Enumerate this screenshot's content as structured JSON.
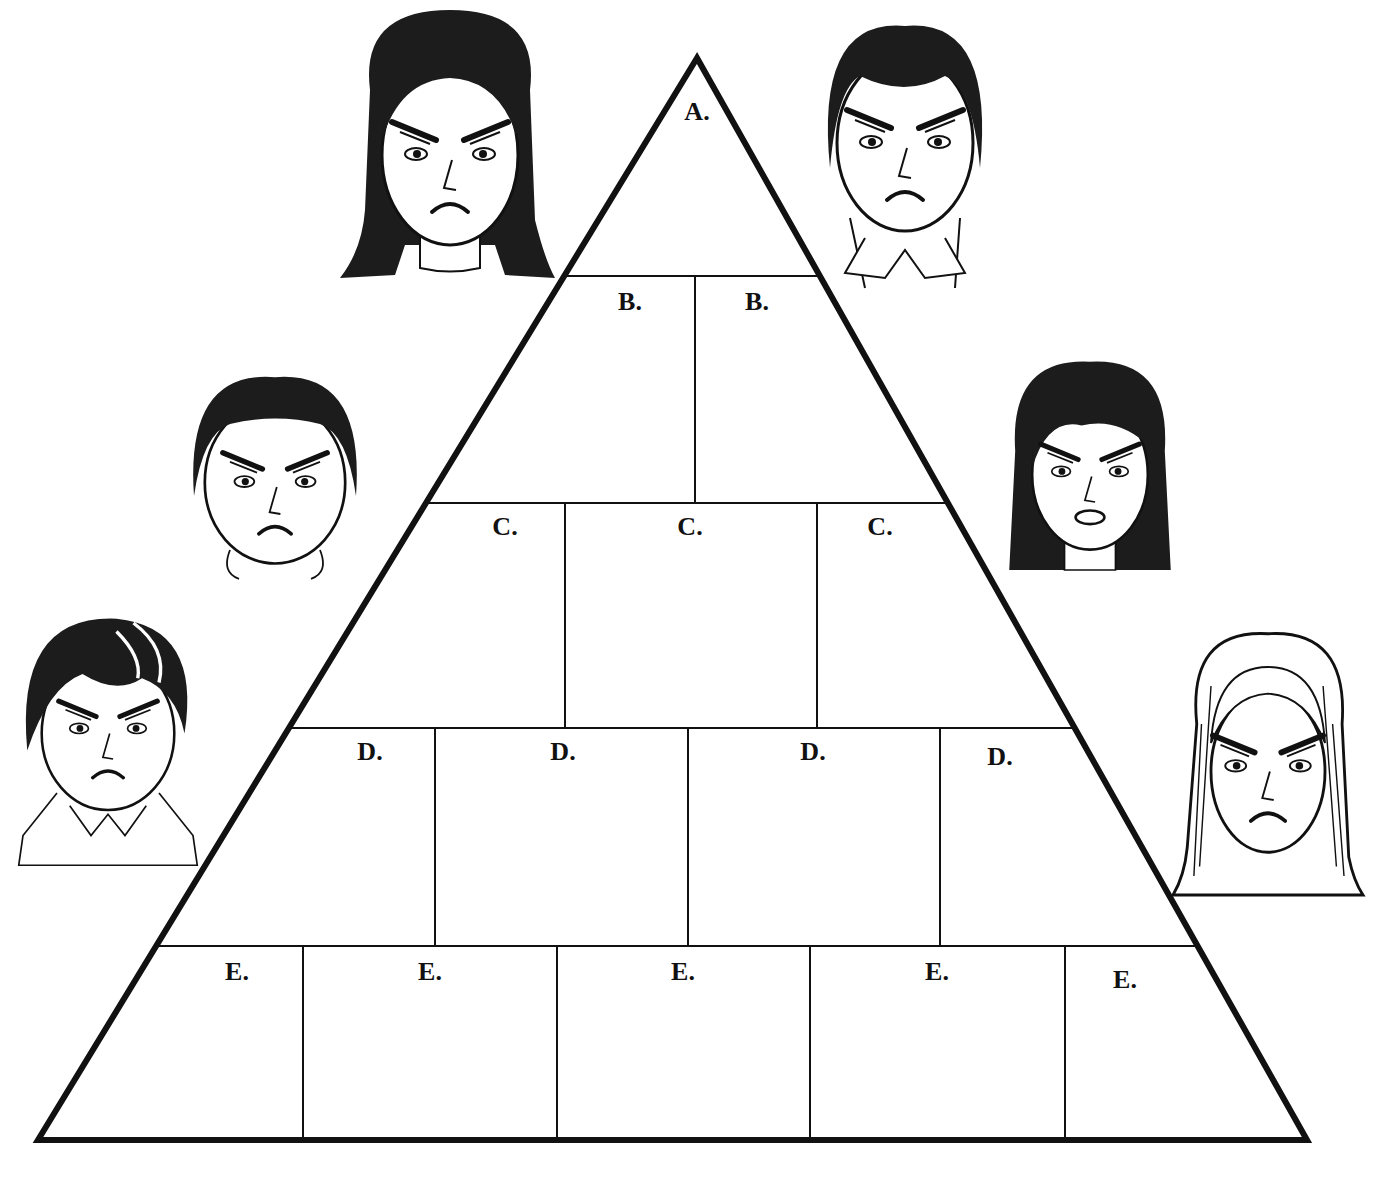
{
  "diagram": {
    "nodes": [
      {
        "text": [
          "A."
        ]
      },
      {
        "text": [
          "B."
        ]
      },
      {
        "text": [
          "B."
        ]
      },
      {
        "text": [
          "C."
        ]
      },
      {
        "text": [
          "C."
        ]
      },
      {
        "text": [
          "C."
        ]
      },
      {
        "text": [
          "D."
        ]
      },
      {
        "text": [
          "D."
        ]
      },
      {
        "text": [
          "D."
        ]
      },
      {
        "text": [
          "D."
        ]
      },
      {
        "text": [
          "E."
        ]
      },
      {
        "text": [
          "E."
        ]
      },
      {
        "text": [
          "E."
        ]
      },
      {
        "text": [
          "E."
        ]
      },
      {
        "text": [
          "E."
        ]
      }
    ]
  }
}
